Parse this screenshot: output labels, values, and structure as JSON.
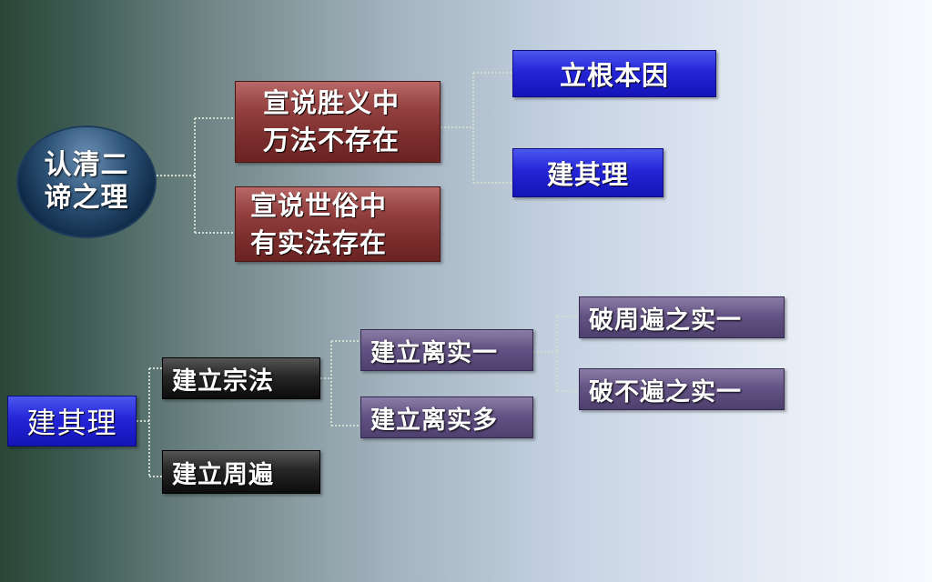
{
  "root_top": {
    "line1": "认清二",
    "line2": "谛之理"
  },
  "truth_branches": [
    {
      "line1": "宣说胜义中",
      "line2": "万法不存在"
    },
    {
      "line1": "宣说世俗中",
      "line2": "有实法存在"
    }
  ],
  "ultimate_children": [
    "立根本因",
    "建其理"
  ],
  "root_bottom": "建其理",
  "reason_branches": [
    "建立宗法",
    "建立周遍"
  ],
  "thesis_children": [
    "建立离实一",
    "建立离实多"
  ],
  "one_children": [
    "破周遍之实一",
    "破不遍之实一"
  ],
  "colors": {
    "red_box": "#7a2d2c",
    "blue_box": "#1f1fd0",
    "black_box": "#111111",
    "purple_box": "#5a4a7c",
    "navy_oval": "#1b3a5c",
    "connector": "#cfd8cf"
  }
}
